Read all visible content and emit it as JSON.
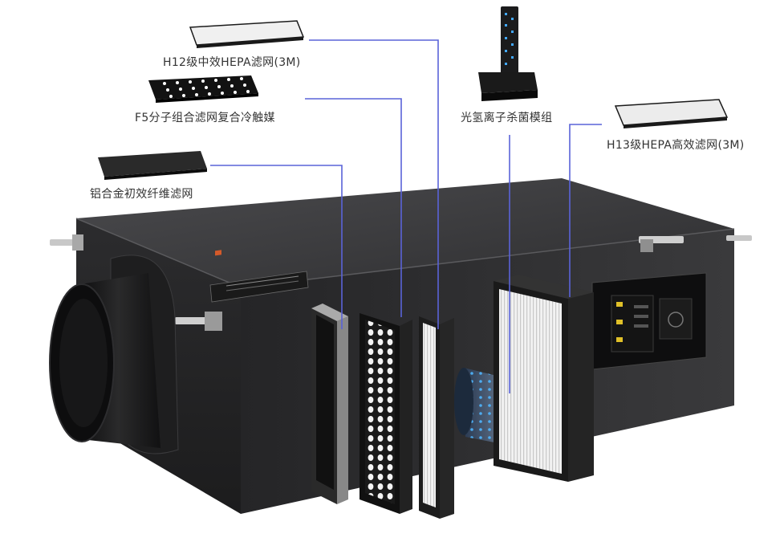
{
  "labels": {
    "h12_filter": "H12级中效HEPA滤网(3M)",
    "f5_catalyst": "F5分子组合滤网复合冷触媒",
    "aluminum_filter": "铝合金初效纤维滤网",
    "photo_ion_module": "光氢离子杀菌模组",
    "h13_filter": "H13级HEPA高效滤网(3M)"
  },
  "colors": {
    "leader_line": "#5a63d8",
    "body_dark": "#2f2f31",
    "body_top": "#3b3b3d",
    "body_front": "#242426",
    "duct": "#141415",
    "filter_light": "#e6e6e6",
    "filter_dark": "#1b1b1b",
    "ion_glow": "#3ea6ff"
  }
}
